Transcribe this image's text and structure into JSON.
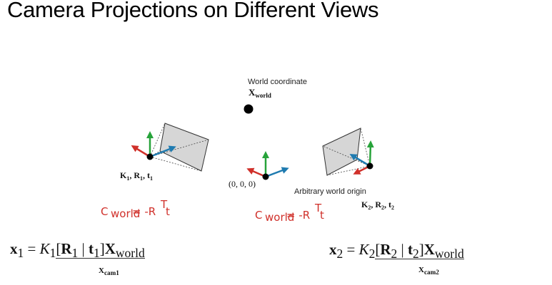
{
  "title": "Camera Projections on Different Views",
  "labels": {
    "world_coordinate": "World coordinate",
    "x_world": "Xworld",
    "camera1_params": "K1, R1, t1",
    "camera2_params": "K2, R2, t2",
    "origin_coords": "(0, 0, 0)",
    "arbitrary_origin": "Arbitrary world origin"
  },
  "handwritten": {
    "c1": "Cworld = -RTt",
    "c2": "Cworld = -RTt"
  },
  "equations": {
    "eq1": "x1 = K1[R1 | t1]Xworld",
    "eq1_under": "Xcam1",
    "eq2": "x2 = K2[R2 | t2]Xworld",
    "eq2_under": "Xcam2"
  },
  "colors": {
    "axis_x": "#d0302a",
    "axis_y": "#27a33a",
    "axis_z": "#1f7bb0",
    "camera_fill": "#d6d6d6",
    "handwriting": "#d0302a"
  }
}
